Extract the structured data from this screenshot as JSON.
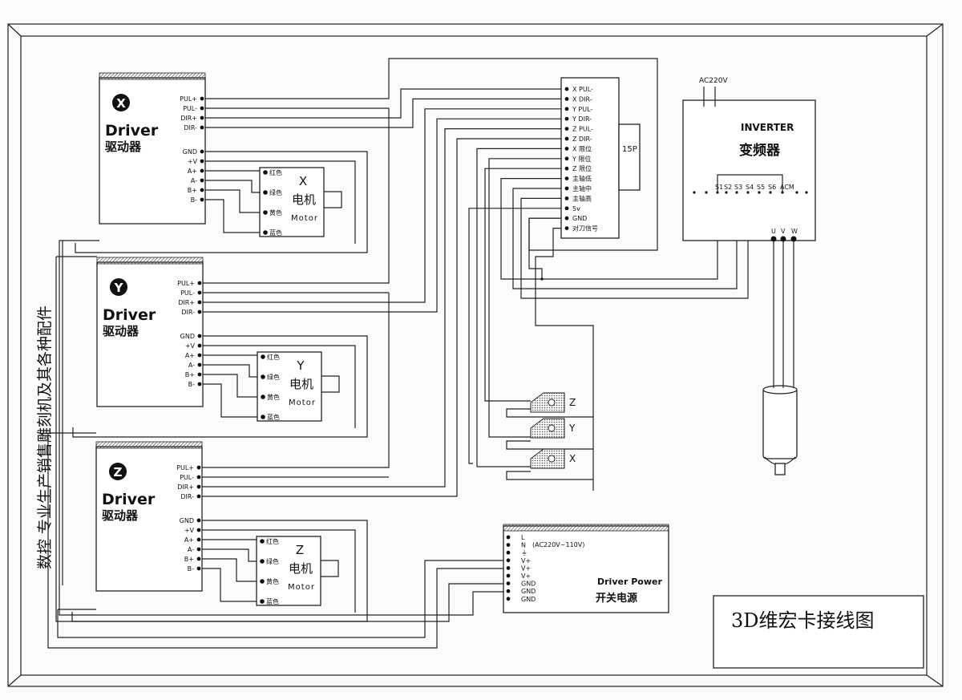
{
  "drivers": [
    {
      "letter": "X",
      "title": "Driver",
      "subtitle": "驱动器",
      "pins": [
        "PUL+",
        "PUL-",
        "DIR+",
        "DIR-",
        "GND",
        "+V",
        "A+",
        "A-",
        "B+",
        "B-"
      ],
      "motor": {
        "letter": "X",
        "cn": "电机",
        "en": "Motor",
        "wires": [
          "红色",
          "绿色",
          "黄色",
          "蓝色"
        ]
      }
    },
    {
      "letter": "Y",
      "title": "Driver",
      "subtitle": "驱动器",
      "pins": [
        "PUL+",
        "PUL-",
        "DIR+",
        "DIR-",
        "GND",
        "+V",
        "A+",
        "A-",
        "B+",
        "B-"
      ],
      "motor": {
        "letter": "Y",
        "cn": "电机",
        "en": "Motor",
        "wires": [
          "红色",
          "绿色",
          "黄色",
          "蓝色"
        ]
      }
    },
    {
      "letter": "Z",
      "title": "Driver",
      "subtitle": "驱动器",
      "pins": [
        "PUL+",
        "PUL-",
        "DIR+",
        "DIR-",
        "GND",
        "+V",
        "A+",
        "A-",
        "B+",
        "B-"
      ],
      "motor": {
        "letter": "Z",
        "cn": "电机",
        "en": "Motor",
        "wires": [
          "红色",
          "绿色",
          "黄色",
          "蓝色"
        ]
      }
    }
  ],
  "connector": {
    "label": "15P",
    "pins": [
      "X PUL-",
      "X DIR-",
      "Y PUL-",
      "Y DIR-",
      "Z PUL-",
      "Z DIR-",
      "X 限位",
      "Y 限位",
      "Z 限位",
      "主轴低",
      "主轴中",
      "主轴高",
      "5v",
      "GND",
      "对刀信号"
    ]
  },
  "inverter": {
    "title": "INVERTER",
    "subtitle": "变频器",
    "input": "AC220V",
    "terminals": [
      "S1",
      "S2",
      "S3",
      "S4",
      "S5",
      "S6",
      "ACM"
    ],
    "outputs": [
      "U",
      "V",
      "W"
    ]
  },
  "limit_switches": [
    "Z",
    "Y",
    "X"
  ],
  "power": {
    "title": "Driver Power",
    "subtitle": "开关电源",
    "terminals": [
      "L",
      "N",
      "⏚",
      "V+",
      "V+",
      "V+",
      "GND",
      "GND",
      "GND"
    ],
    "range": "(AC220V~110V)"
  },
  "side_text": "数控  专业生产销售雕刻机及其各种配件",
  "diagram_title": "3D维宏卡接线图"
}
